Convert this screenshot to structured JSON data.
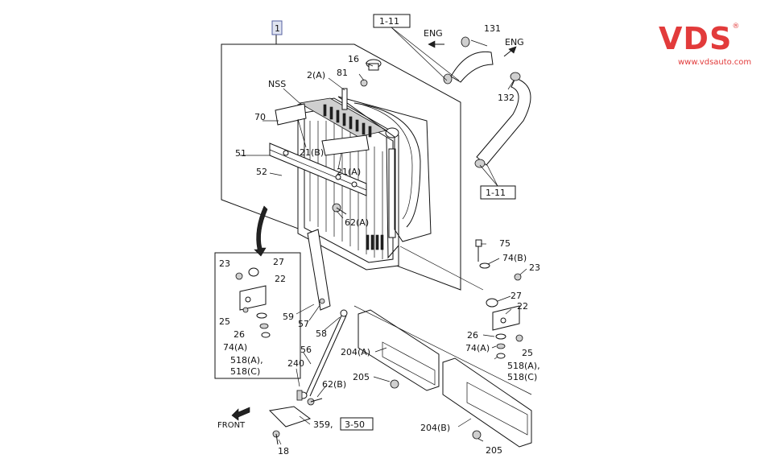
{
  "brand": {
    "name": "VDS",
    "reg_mark": "®",
    "url": "www.vdsauto.com",
    "color": "#e23b3b"
  },
  "labels": {
    "ref1": "1",
    "ref_1_11_top": "1-11",
    "ref_1_11_bottom": "1-11",
    "eng_left": "ENG",
    "eng_right": "ENG",
    "p131": "131",
    "p132": "132",
    "p16": "16",
    "p81": "81",
    "p2a": "2(A)",
    "nss": "NSS",
    "p70": "70",
    "p21b": "21(B)",
    "p21a": "21(A)",
    "p51": "51",
    "p52": "52",
    "p62a": "62(A)",
    "p75": "75",
    "p74b": "74(B)",
    "p23_right": "23",
    "p27_right": "27",
    "p22_right": "22",
    "p26_right": "26",
    "p74a_right": "74(A)",
    "p25_right": "25",
    "p518_right_1": "518(A),",
    "p518_right_2": "518(C)",
    "p23_inset": "23",
    "p27_inset": "27",
    "p22_inset": "22",
    "p25_inset": "25",
    "p26_inset": "26",
    "p74a_inset": "74(A)",
    "p518_inset_1": "518(A),",
    "p518_inset_2": "518(C)",
    "p59": "59",
    "p57": "57",
    "p58": "58",
    "p56": "56",
    "p240": "240",
    "p204a": "204(A)",
    "p205_mid": "205",
    "p62b": "62(B)",
    "p204b": "204(B)",
    "p205_bottom": "205",
    "p359": "359,",
    "ref_3_50": "3-50",
    "p18": "18",
    "front": "FRONT"
  },
  "icons": [
    "front-arrow-icon",
    "eng-arrow-icon"
  ]
}
